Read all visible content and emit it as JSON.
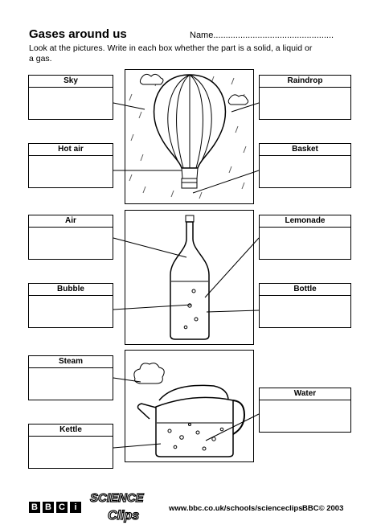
{
  "header": {
    "title": "Gases around us",
    "name_field": "Name.................................................",
    "instructions": "Look at the pictures. Write in each box whether the part is a solid, a liquid or a gas."
  },
  "labels": {
    "sky": "Sky",
    "raindrop": "Raindrop",
    "hot_air": "Hot air",
    "basket": "Basket",
    "air": "Air",
    "lemonade": "Lemonade",
    "bubble": "Bubble",
    "bottle": "Bottle",
    "steam": "Steam",
    "water": "Water",
    "kettle": "Kettle"
  },
  "footer": {
    "bbc_letters": [
      "B",
      "B",
      "C",
      "i"
    ],
    "url": "www.bbc.co.uk/schools/scienceclips",
    "copyright": "BBC© 2003",
    "logo_text_1": "SCIENCE",
    "logo_text_2": "Clips"
  }
}
